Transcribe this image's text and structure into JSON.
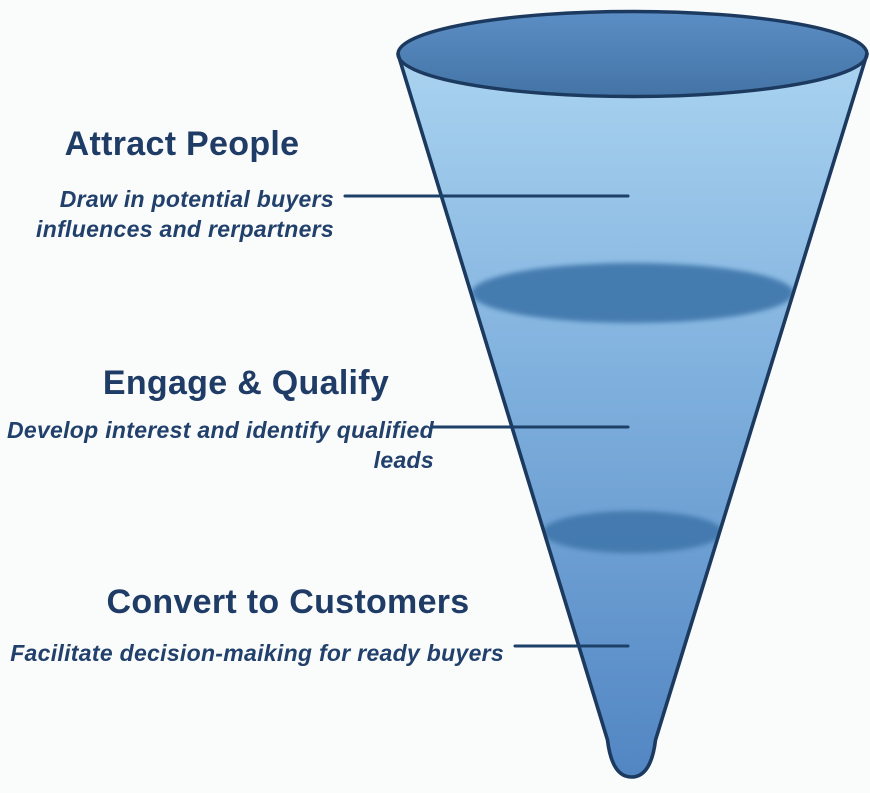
{
  "canvas": {
    "background_color": "#fafbfb"
  },
  "funnel": {
    "shape": "cone-funnel",
    "outline_color": "#1c3a5f",
    "opening_top_color": "#5b8ec5",
    "opening_bottom_color": "#4474a6",
    "body_top_color": "#aad3f0",
    "body_mid_color": "#7fb0dd",
    "body_bottom_color": "#5286c3",
    "divider_color": "#4379ad",
    "connector_color": "#1d4068"
  },
  "text_color": "#1f3c66",
  "stages": [
    {
      "title": "Attract People",
      "description_lines": [
        "Draw in potential buyers",
        "influences and rerpartners"
      ]
    },
    {
      "title": "Engage & Qualify",
      "description_lines": [
        "Develop interest and identify qualified",
        "leads"
      ]
    },
    {
      "title": "Convert to Customers",
      "description_lines": [
        "Facilitate decision-maiking for ready buyers"
      ]
    }
  ]
}
